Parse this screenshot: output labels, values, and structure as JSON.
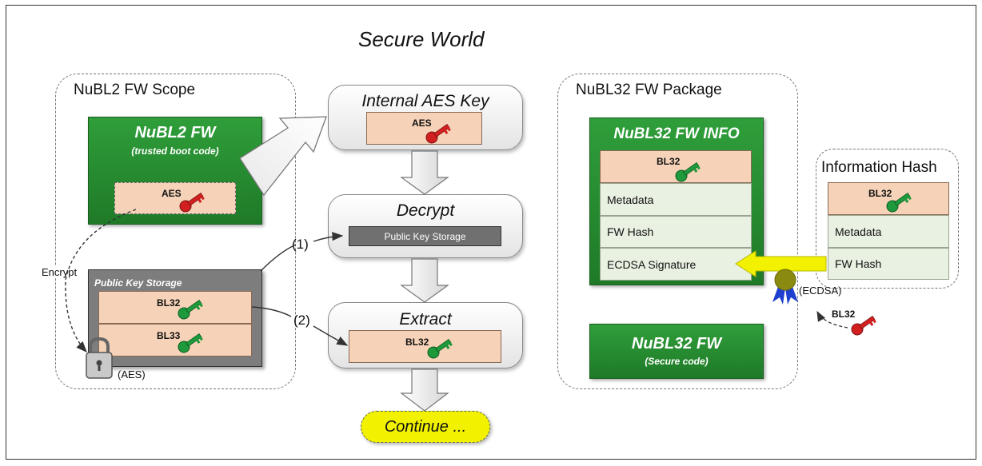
{
  "title": "Secure World",
  "nubl2_scope": {
    "label": "NuBL2 FW Scope",
    "fw_title": "NuBL2 FW",
    "fw_subtitle": "(trusted boot code)",
    "aes_label": "AES",
    "encrypt_label": "Encrypt",
    "lock_label": "(AES)",
    "pks_title": "Public Key Storage",
    "pks_keys": [
      "BL32",
      "BL33"
    ]
  },
  "steps": {
    "internal_aes": {
      "title": "Internal AES Key",
      "key_label": "AES"
    },
    "decrypt": {
      "title": "Decrypt",
      "box_label": "Public Key Storage",
      "arrow_label": "(1)"
    },
    "extract": {
      "title": "Extract",
      "key_label": "BL32",
      "arrow_label": "(2)"
    },
    "continue_label": "Continue ..."
  },
  "nubl32_package": {
    "label": "NuBL32 FW Package",
    "info_title": "NuBL32 FW INFO",
    "info_key": "BL32",
    "rows": [
      "Metadata",
      "FW Hash",
      "ECDSA Signature"
    ],
    "fw_title": "NuBL32 FW",
    "fw_subtitle": "(Secure code)"
  },
  "info_hash": {
    "label": "Information Hash",
    "key": "BL32",
    "rows": [
      "Metadata",
      "FW Hash"
    ]
  },
  "ecdsa": {
    "label": "(ECDSA)",
    "key_label": "BL32"
  },
  "colors": {
    "green": "#2a8c34",
    "peach": "#f6d3b8",
    "red_key": "#d22020",
    "green_key": "#1e9a3c",
    "yellow_arrow": "#f2f200"
  }
}
